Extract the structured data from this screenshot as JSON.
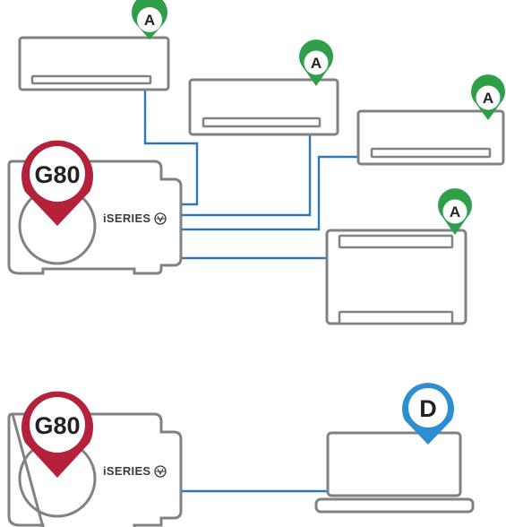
{
  "brand_label": "iSERIES",
  "outdoor_badge": "G80",
  "indoor_badge": "A",
  "laptop_badge": "D",
  "colors": {
    "outdoor_pin": "#b5213a",
    "indoor_pin": "#2e9e48",
    "laptop_pin": "#2d8fd0",
    "pipe": "#2a7ab8",
    "outline": "#808285"
  }
}
